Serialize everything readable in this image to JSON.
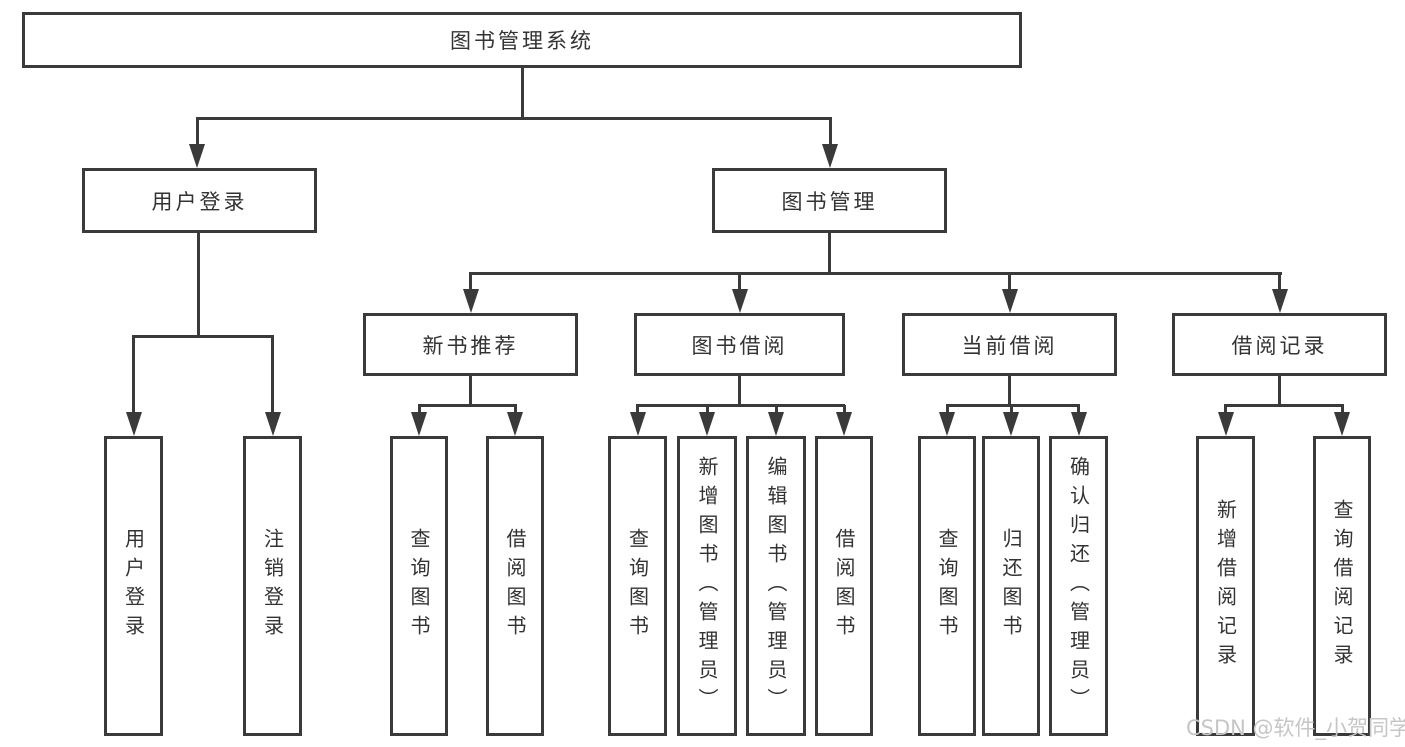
{
  "diagram": {
    "title": "图书管理系统",
    "level2": {
      "user_login": "用户登录",
      "book_mgmt": "图书管理"
    },
    "level3": {
      "new_books": "新书推荐",
      "book_borrow": "图书借阅",
      "current_borrow": "当前借阅",
      "borrow_records": "借阅记录"
    },
    "leaves": {
      "user_login": [
        "用户登录",
        "注销登录"
      ],
      "new_books": [
        "查询图书",
        "借阅图书"
      ],
      "book_borrow": [
        "查询图书",
        "新增图书（管理员）",
        "编辑图书（管理员）",
        "借阅图书"
      ],
      "current_borrow": [
        "查询图书",
        "归还图书",
        "确认归还（管理员）"
      ],
      "borrow_records": [
        "新增借阅记录",
        "查询借阅记录"
      ]
    },
    "colors": {
      "line": "#3a3a3a",
      "text": "#333333",
      "background": "#ffffff",
      "watermark": "#c6c6c6"
    },
    "watermark": "CSDN @软件_小贺同学"
  }
}
